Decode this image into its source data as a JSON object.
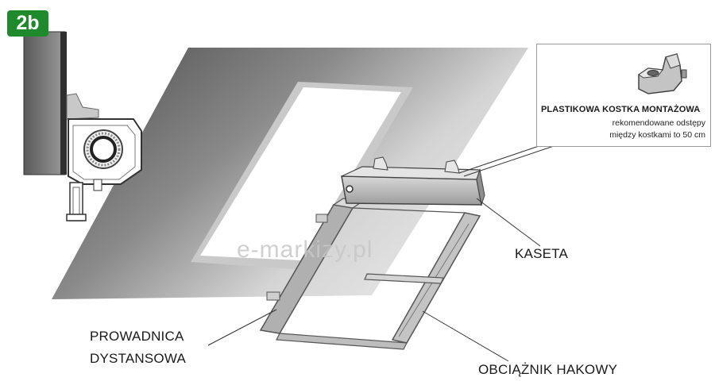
{
  "badge": "2b",
  "callout": {
    "title": "PLASTIKOWA KOSTKA MONTAŻOWA",
    "note_line1": "rekomendowane odstępy",
    "note_line2": "między kostkami to 50 cm"
  },
  "labels": {
    "kaseta": "KASETA",
    "prowadnica_line1": "PROWADNICA",
    "prowadnica_line2": "DYSTANSOWA",
    "obciaznik": "OBCIĄŻNIK HAKOWY"
  },
  "watermark": "e-markizy.pl",
  "colors": {
    "roof_dark": "#4f4f4f",
    "roof_light": "#cfcfcf",
    "frame": "#bdbdbd",
    "badge": "#1e8a2c"
  }
}
